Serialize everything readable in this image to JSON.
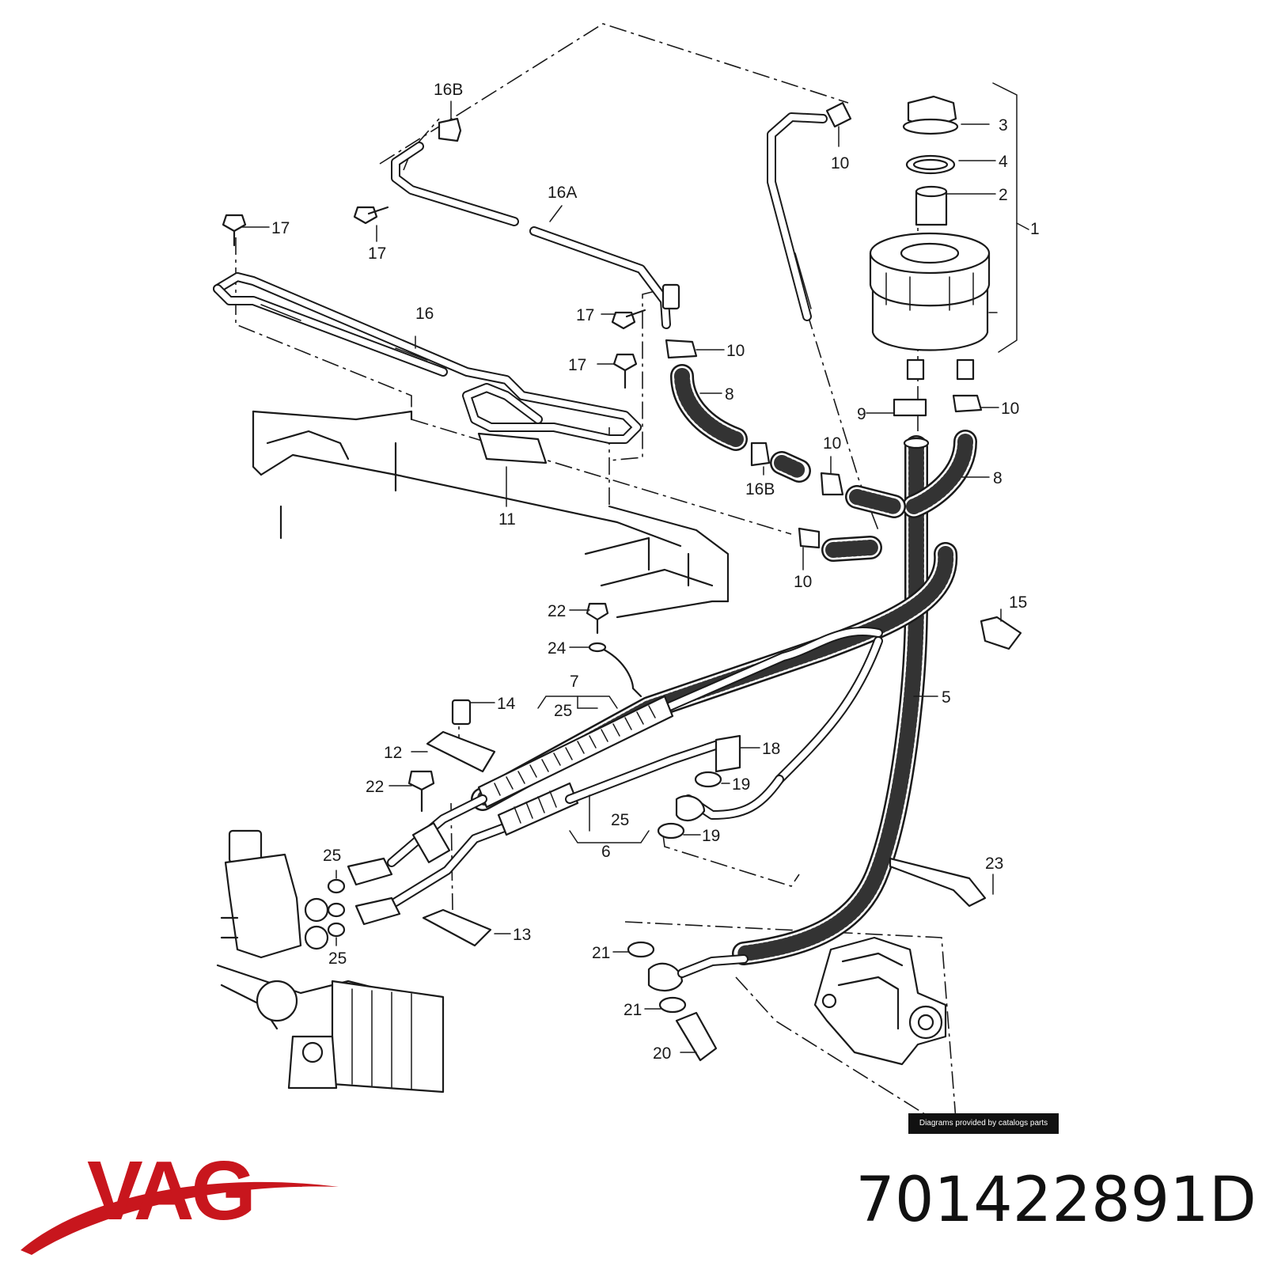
{
  "diagram": {
    "callouts": [
      {
        "id": "1",
        "text": "1"
      },
      {
        "id": "2",
        "text": "2"
      },
      {
        "id": "3",
        "text": "3"
      },
      {
        "id": "4",
        "text": "4"
      },
      {
        "id": "5",
        "text": "5"
      },
      {
        "id": "6",
        "text": "6"
      },
      {
        "id": "7",
        "text": "7"
      },
      {
        "id": "8a",
        "text": "8"
      },
      {
        "id": "8b",
        "text": "8"
      },
      {
        "id": "9",
        "text": "9"
      },
      {
        "id": "10a",
        "text": "10"
      },
      {
        "id": "10b",
        "text": "10"
      },
      {
        "id": "10c",
        "text": "10"
      },
      {
        "id": "10d",
        "text": "10"
      },
      {
        "id": "10e",
        "text": "10"
      },
      {
        "id": "11",
        "text": "11"
      },
      {
        "id": "12",
        "text": "12"
      },
      {
        "id": "13",
        "text": "13"
      },
      {
        "id": "14",
        "text": "14"
      },
      {
        "id": "15",
        "text": "15"
      },
      {
        "id": "16",
        "text": "16"
      },
      {
        "id": "16A",
        "text": "16A"
      },
      {
        "id": "16Ba",
        "text": "16B"
      },
      {
        "id": "16Bb",
        "text": "16B"
      },
      {
        "id": "17a",
        "text": "17"
      },
      {
        "id": "17b",
        "text": "17"
      },
      {
        "id": "17c",
        "text": "17"
      },
      {
        "id": "17d",
        "text": "17"
      },
      {
        "id": "18",
        "text": "18"
      },
      {
        "id": "19a",
        "text": "19"
      },
      {
        "id": "19b",
        "text": "19"
      },
      {
        "id": "20",
        "text": "20"
      },
      {
        "id": "21a",
        "text": "21"
      },
      {
        "id": "21b",
        "text": "21"
      },
      {
        "id": "22a",
        "text": "22"
      },
      {
        "id": "22b",
        "text": "22"
      },
      {
        "id": "23",
        "text": "23"
      },
      {
        "id": "24",
        "text": "24"
      },
      {
        "id": "25a",
        "text": "25"
      },
      {
        "id": "25b",
        "text": "25"
      },
      {
        "id": "25c",
        "text": "25"
      },
      {
        "id": "25d",
        "text": "25"
      }
    ],
    "credit": "Diagrams provided by catalogs parts"
  },
  "brand": {
    "logo_text": "VAG",
    "logo_color": "#c8161d"
  },
  "part_number": "701422891D"
}
